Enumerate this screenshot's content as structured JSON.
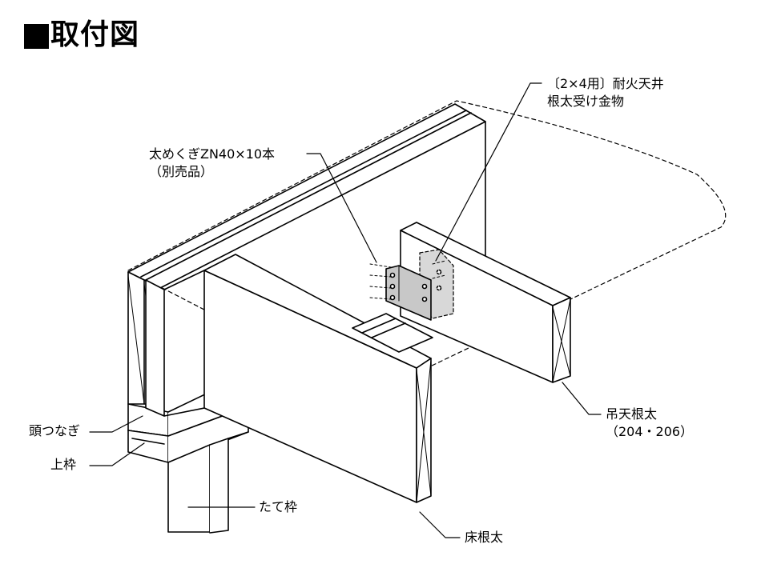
{
  "title": "取付図",
  "labels": {
    "hanger_line1": "〔2×4用〕耐火天井",
    "hanger_line2": "根太受け金物",
    "nail_line1": "太めくぎZN40×10本",
    "nail_line2": "（別売品）",
    "top_tie": "頭つなぎ",
    "top_plate": "上枠",
    "stud": "たて枠",
    "floor_joist": "床根太",
    "ceiling_joist_line1": "吊天根太",
    "ceiling_joist_line2": "（204・206）"
  },
  "colors": {
    "line": "#000000",
    "bracket_fill": "#c8c8c8",
    "bracket_ghost": "#d8d8d8",
    "paper": "#ffffff"
  }
}
